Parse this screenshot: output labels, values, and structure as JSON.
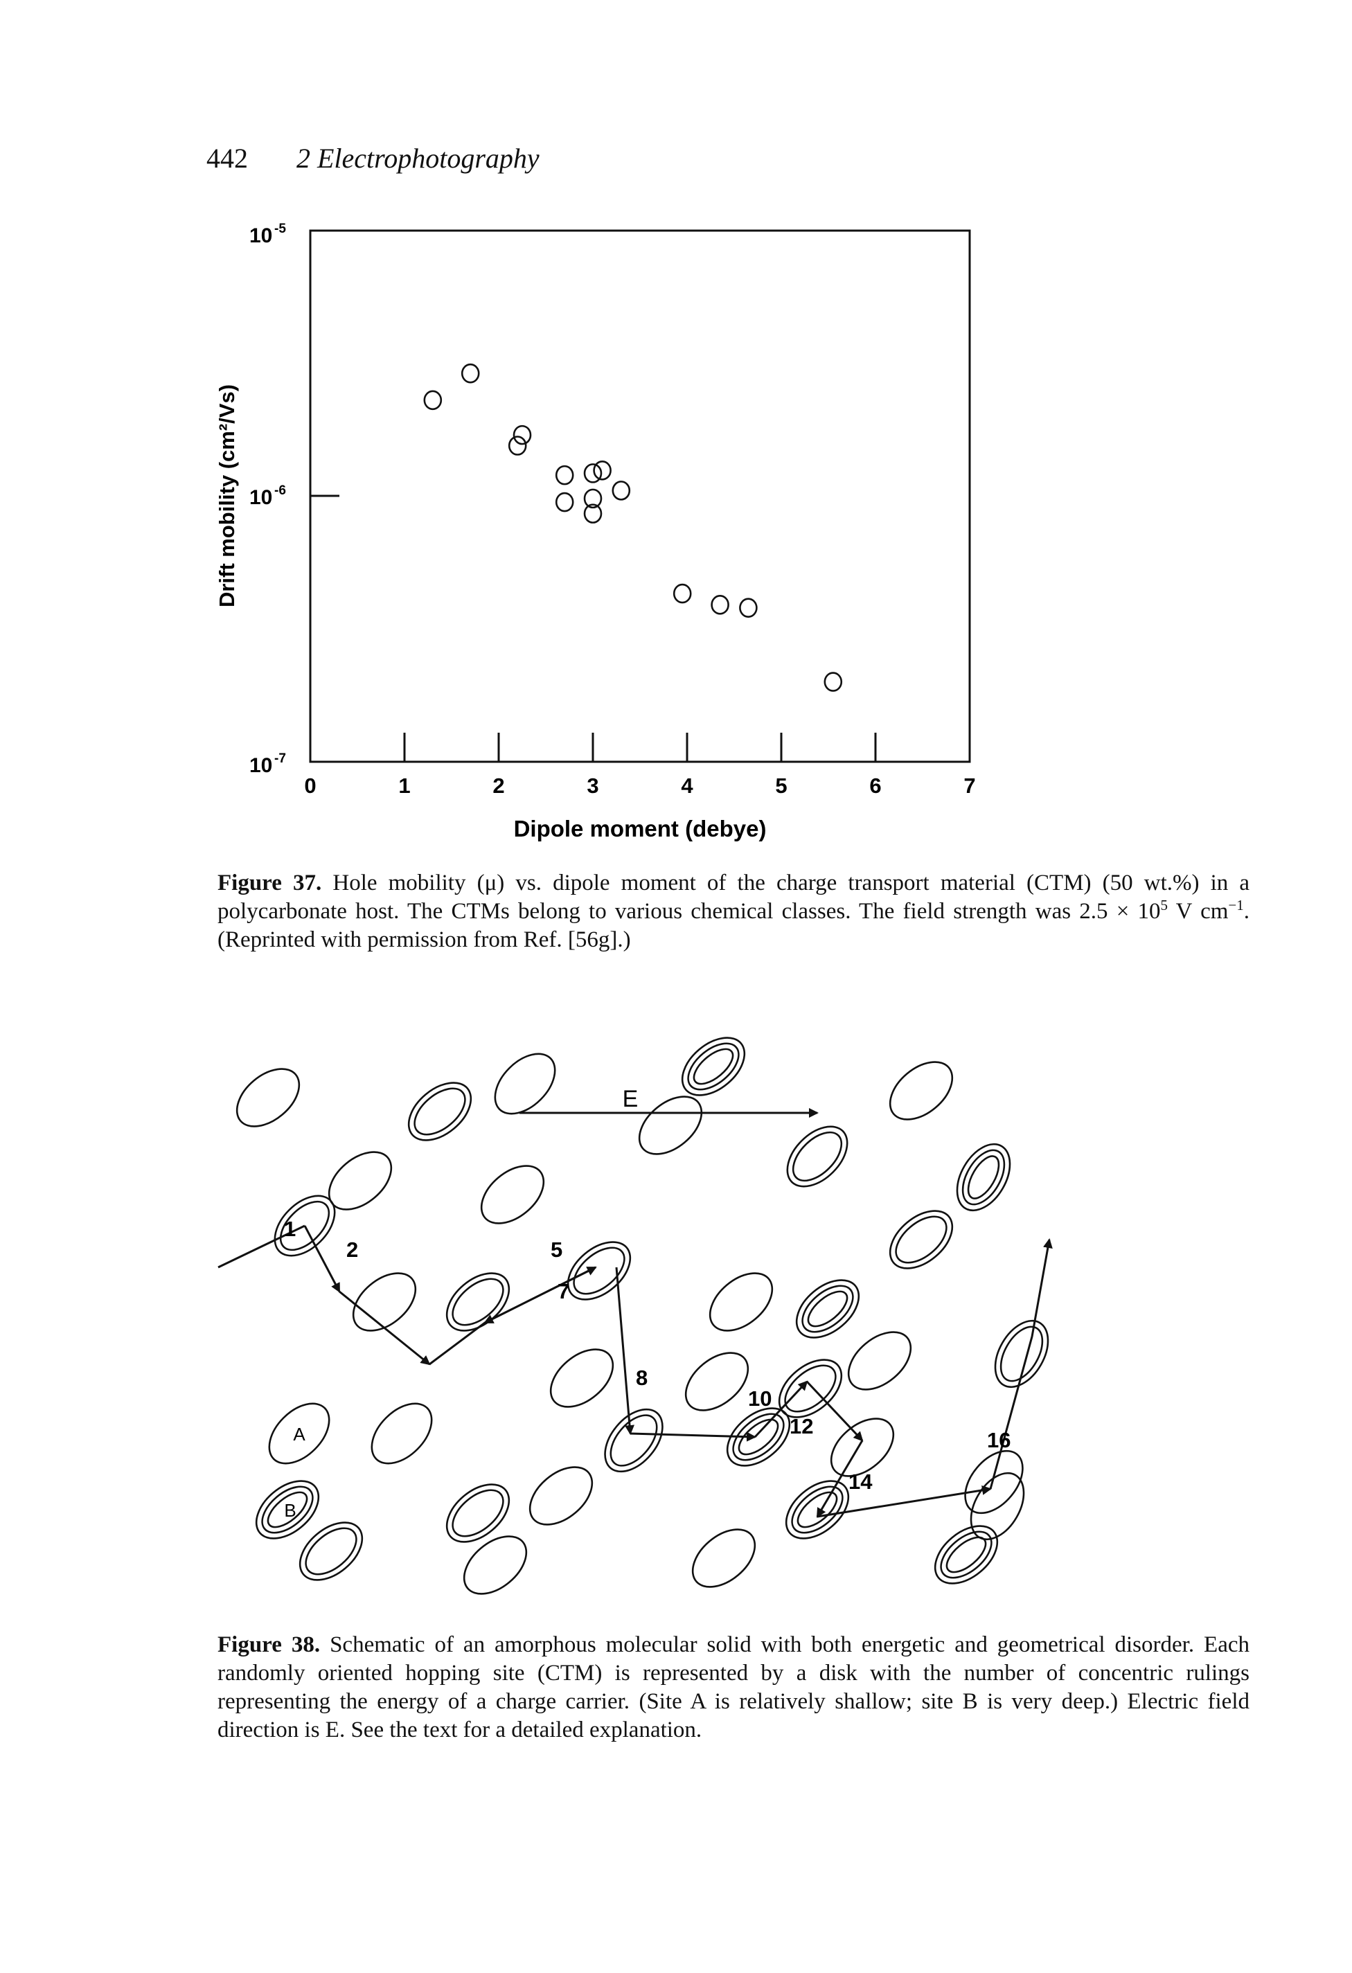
{
  "running_head": {
    "page_number": "442",
    "chapter_title": "2 Electrophotography"
  },
  "figure37": {
    "chart_data": {
      "type": "scatter",
      "xlabel": "Dipole moment (debye)",
      "ylabel": "Drift mobility (cm²/Vs)",
      "xlim": [
        0,
        7
      ],
      "ylim": [
        1e-07,
        1e-05
      ],
      "y_scale": "log",
      "x_ticks": [
        "0",
        "1",
        "2",
        "3",
        "4",
        "5",
        "6",
        "7"
      ],
      "y_tick_labels": {
        "top": {
          "base": "10",
          "exp": "-5"
        },
        "mid": {
          "base": "10",
          "exp": "-6"
        },
        "bottom": {
          "base": "10",
          "exp": "-7"
        }
      },
      "grid": false,
      "marker": "open-circle",
      "points": [
        {
          "x": 1.3,
          "y": 2.3e-06
        },
        {
          "x": 1.7,
          "y": 2.9e-06
        },
        {
          "x": 2.2,
          "y": 1.55e-06
        },
        {
          "x": 2.25,
          "y": 1.7e-06
        },
        {
          "x": 2.7,
          "y": 1.2e-06
        },
        {
          "x": 2.7,
          "y": 9.5e-07
        },
        {
          "x": 3.0,
          "y": 1.22e-06
        },
        {
          "x": 3.1,
          "y": 1.25e-06
        },
        {
          "x": 3.3,
          "y": 1.05e-06
        },
        {
          "x": 3.0,
          "y": 9.8e-07
        },
        {
          "x": 3.0,
          "y": 8.6e-07
        },
        {
          "x": 3.95,
          "y": 4.3e-07
        },
        {
          "x": 4.35,
          "y": 3.9e-07
        },
        {
          "x": 4.65,
          "y": 3.8e-07
        },
        {
          "x": 5.55,
          "y": 2e-07
        }
      ]
    },
    "caption": {
      "label": "Figure 37.",
      "text": "Hole mobility (μ) vs. dipole moment of the charge transport material (CTM) (50 wt.%) in a polycarbonate host. The CTMs belong to various chemical classes. The field strength was 2.5 × 10",
      "exp1": "5",
      "text2": " V cm",
      "exp2": "−1",
      "text3": ". (Reprinted with permission from Ref. [56g].)"
    }
  },
  "figure38": {
    "field_label": "E",
    "site_labels": {
      "a": "A",
      "b": "B"
    },
    "hop_labels": [
      "1",
      "2",
      "5",
      "7",
      "8",
      "10",
      "12",
      "14",
      "16"
    ],
    "caption": {
      "label": "Figure 38.",
      "text": "Schematic of an amorphous molecular solid with both energetic and geometrical disorder. Each randomly oriented hopping site (CTM) is represented by a disk with the number of concentric rulings representing the energy of a charge carrier. (Site A is relatively shallow; site B is very deep.) Electric field direction is E. See the text for a detailed explanation."
    }
  }
}
